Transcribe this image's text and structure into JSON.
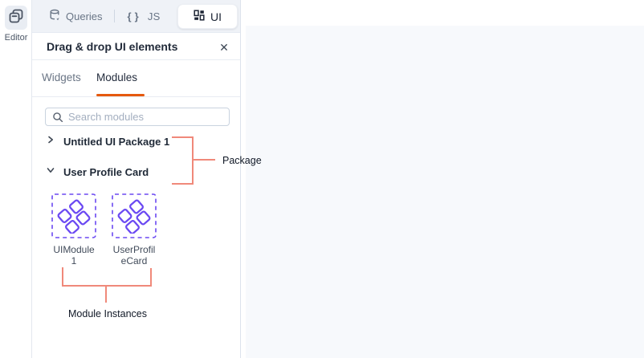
{
  "rail": {
    "editor_label": "Editor"
  },
  "segmented": {
    "queries_label": "Queries",
    "js_braces": "{ }",
    "js_label": "JS",
    "ui_label": "UI"
  },
  "panel": {
    "title": "Drag & drop UI elements",
    "close_glyph": "✕",
    "tabs": [
      {
        "label": "Widgets",
        "active": false
      },
      {
        "label": "Modules",
        "active": true
      }
    ],
    "search_placeholder": "Search modules",
    "tree": [
      {
        "name": "Untitled UI Package 1",
        "state": "collapsed"
      },
      {
        "name": "User Profile Card",
        "state": "expanded"
      }
    ],
    "modules": [
      {
        "label": "UIModule 1"
      },
      {
        "label": "UserProfileCard"
      }
    ]
  },
  "annotations": {
    "package_label": "Package",
    "module_instances_label": "Module Instances",
    "line_color": "#f0897a"
  },
  "colors": {
    "accent_orange": "#e5590e",
    "module_purple": "#6b49f2",
    "annotation_red": "#f0897a",
    "canvas_gray": "#f7f9fc"
  }
}
